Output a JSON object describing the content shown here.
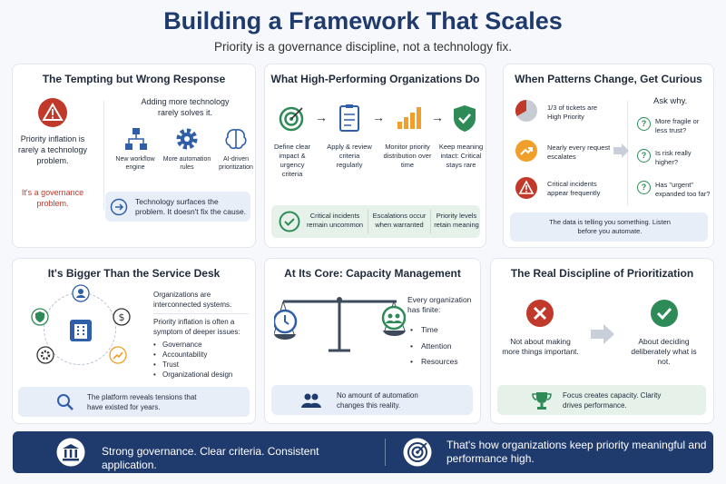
{
  "header": {
    "title": "Building a Framework That Scales",
    "subtitle": "Priority is a governance discipline, not a technology fix."
  },
  "card1": {
    "title": "The Tempting but Wrong Response",
    "left_text": "Priority inflation is rarely a technology problem.",
    "left_red": "It's a governance problem.",
    "lead": "Adding more technology rarely solves it.",
    "icons": [
      {
        "label": "New workflow engine",
        "icon": "workflow-icon"
      },
      {
        "label": "More automation rules",
        "icon": "gear-icon"
      },
      {
        "label": "AI-driven prioritization",
        "icon": "brain-icon"
      }
    ],
    "note": "Technology surfaces the problem. It doesn't fix the cause."
  },
  "card2": {
    "title": "What High-Performing Organizations Do",
    "steps": [
      {
        "label": "Define clear impact & urgency criteria",
        "icon": "target-icon"
      },
      {
        "label": "Apply & review criteria regularly",
        "icon": "checklist-icon"
      },
      {
        "label": "Monitor priority distribution over time",
        "icon": "bar-chart-icon"
      },
      {
        "label": "Keep meaning intact: Critical stays rare",
        "icon": "shield-check-icon"
      }
    ],
    "results": [
      "Critical incidents remain uncommon",
      "Escalations occur when warranted",
      "Priority levels retain meaning"
    ]
  },
  "card3": {
    "title": "When Patterns Change, Get Curious",
    "patterns": [
      "1/3 of tickets are High Priority",
      "Nearly every request escalates",
      "Critical incidents appear frequently"
    ],
    "ask": "Ask why.",
    "questions": [
      "More fragile or less trust?",
      "Is risk really higher?",
      "Has \"urgent\" expanded too far?"
    ],
    "note": "The data is telling you something. Listen before you automate."
  },
  "card4": {
    "title": "It's Bigger Than the Service Desk",
    "intro": "Organizations are interconnected systems.",
    "symptom": "Priority inflation is often a symptom of deeper issues:",
    "issues": [
      "Governance",
      "Accountability",
      "Trust",
      "Organizational design"
    ],
    "note": "The platform reveals tensions that have existed for years."
  },
  "card5": {
    "title": "At Its Core: Capacity Management",
    "intro": "Every organization has finite:",
    "items": [
      "Time",
      "Attention",
      "Resources"
    ],
    "note": "No amount of automation changes this reality."
  },
  "card6": {
    "title": "The Real Discipline of Prioritization",
    "left": "Not about making more things important.",
    "right": "About deciding deliberately what is not.",
    "note": "Focus creates capacity. Clarity drives performance."
  },
  "footer": {
    "left": "Strong governance. Clear criteria. Consistent application.",
    "right": "That's how organizations keep priority meaningful and performance high."
  },
  "colors": {
    "navy": "#1f3a6d",
    "blue": "#2f5fa7",
    "red": "#c0392b",
    "green": "#2e8b57",
    "orange": "#f0a02a"
  }
}
